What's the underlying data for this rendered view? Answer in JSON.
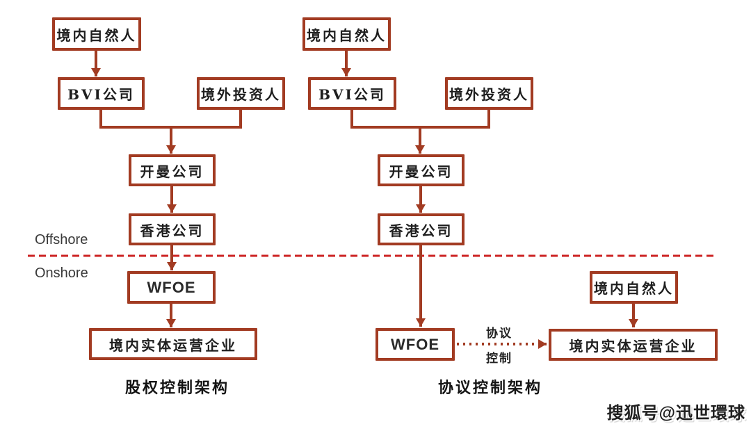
{
  "diagram": {
    "captions": {
      "left": "股权控制架构",
      "right": "协议控制架构"
    },
    "divider": {
      "offshore_label": "Offshore",
      "onshore_label": "Onshore"
    },
    "left_structure": {
      "domestic_person": "境内自然人",
      "bvi_company": "BVI公司",
      "foreign_investor": "境外投资人",
      "cayman_company": "开曼公司",
      "hongkong_company": "香港公司",
      "wfoe": "WFOE",
      "domestic_operating_entity": "境内实体运营企业"
    },
    "right_structure": {
      "domestic_person": "境内自然人",
      "bvi_company": "BVI公司",
      "foreign_investor": "境外投资人",
      "cayman_company": "开曼公司",
      "hongkong_company": "香港公司",
      "wfoe": "WFOE",
      "domestic_person_2": "境内自然人",
      "domestic_operating_entity": "境内实体运营企业",
      "vie_arrow_label_line1": "协议",
      "vie_arrow_label_line2": "控制"
    },
    "watermark": "搜狐号@迅世環球",
    "colors": {
      "box_border": "#a23b22",
      "connector": "#a23b22",
      "divider_red": "#cc2222"
    }
  }
}
